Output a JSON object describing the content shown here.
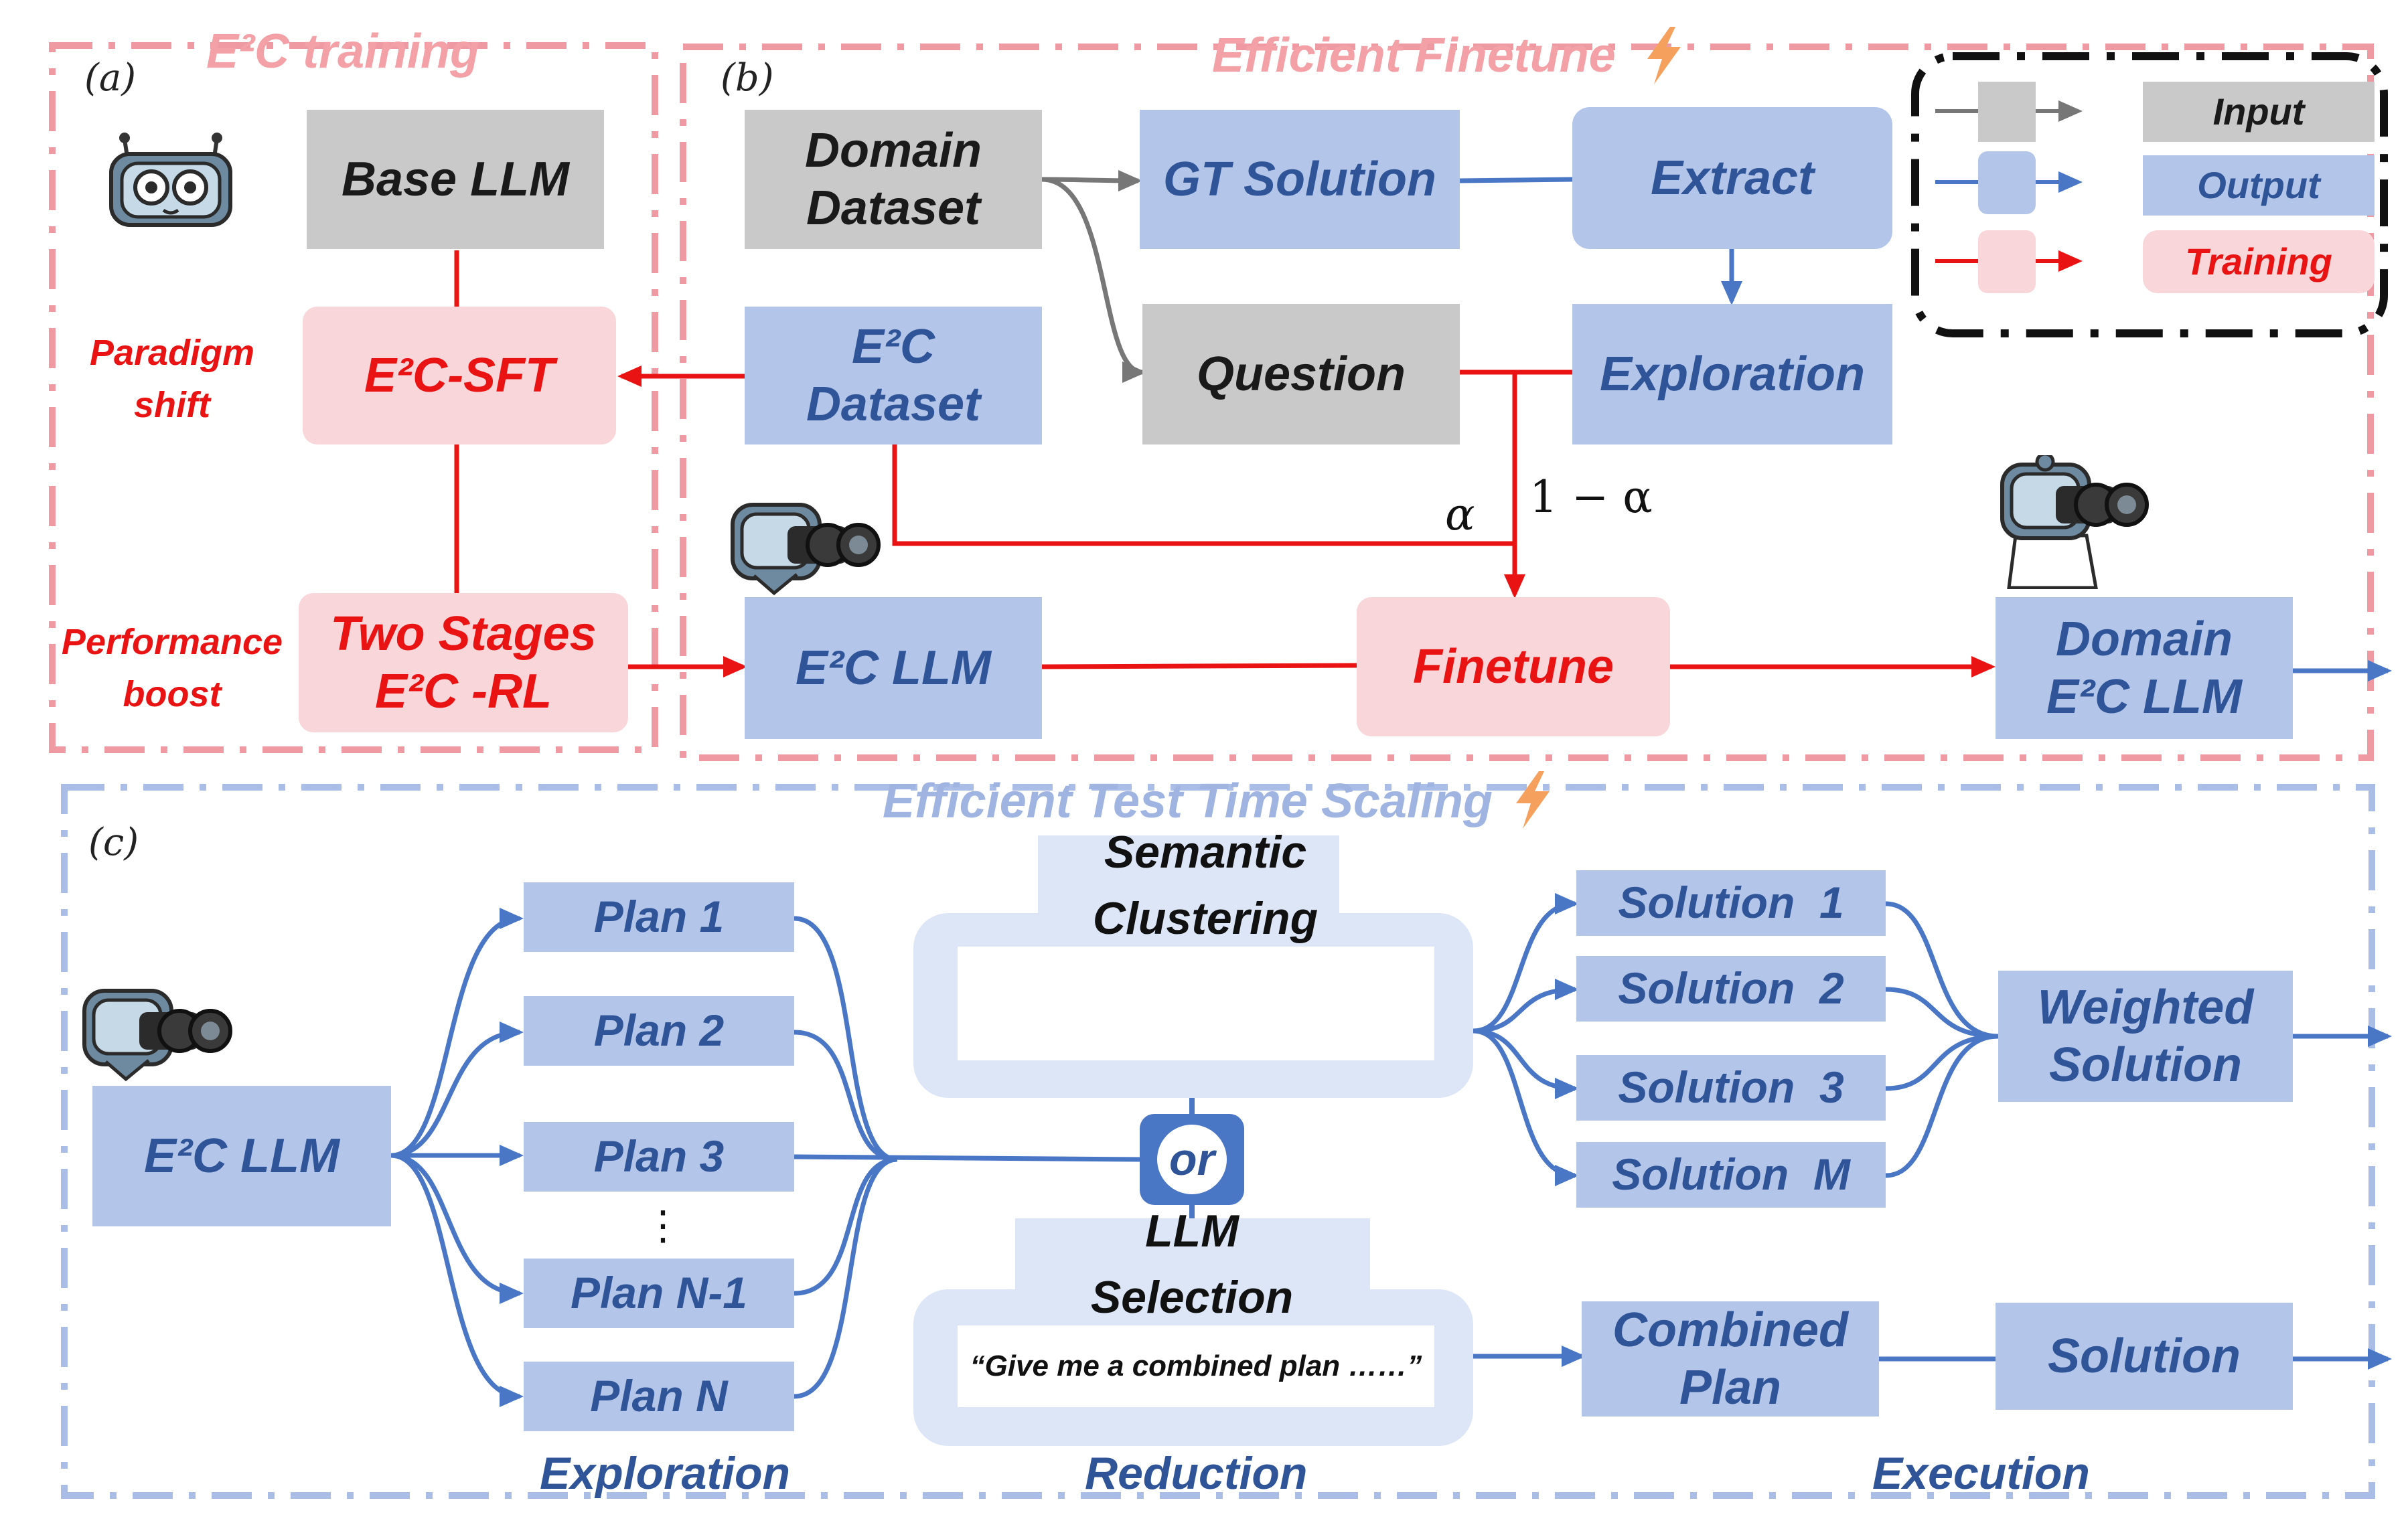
{
  "panels": {
    "a": {
      "id": "(a)",
      "title": "E²C training"
    },
    "b": {
      "id": "(b)",
      "title": "Efficient Finetune"
    },
    "c": {
      "id": "(c)",
      "title": "Efficient Test Time Scaling"
    }
  },
  "panel_a": {
    "base_llm": "Base LLM",
    "sft": "E²C-SFT",
    "rl_line1": "Two Stages",
    "rl_line2": "E²C -RL",
    "paradigm_line1": "Paradigm",
    "paradigm_line2": "shift",
    "performance_line1": "Performance",
    "performance_line2": "boost"
  },
  "panel_b": {
    "domain_dataset_line1": "Domain",
    "domain_dataset_line2": "Dataset",
    "gt_solution": "GT Solution",
    "extract": "Extract",
    "e2c_dataset_line1": "E²C",
    "e2c_dataset_line2": "Dataset",
    "question": "Question",
    "exploration": "Exploration",
    "e2c_llm": "E²C LLM",
    "finetune": "Finetune",
    "domain_llm_line1": "Domain",
    "domain_llm_line2": "E²C LLM",
    "alpha": "α",
    "one_minus_alpha": "1 − α"
  },
  "legend": {
    "input": "Input",
    "output": "Output",
    "training": "Training"
  },
  "panel_c": {
    "e2c_llm": "E²C LLM",
    "plans": [
      "Plan 1",
      "Plan 2",
      "Plan 3",
      "⋮",
      "Plan N-1",
      "Plan N"
    ],
    "semantic_line1": "Semantic",
    "semantic_line2": "Clustering",
    "or": "or",
    "llm_sel_line1": "LLM",
    "llm_sel_line2": "Selection",
    "quote": "“Give me a combined plan ……”",
    "solutions": [
      "Solution  1",
      "Solution  2",
      "Solution  3",
      "Solution  M"
    ],
    "weighted_line1": "Weighted",
    "weighted_line2": "Solution",
    "combined_line1": "Combined",
    "combined_line2": "Plan",
    "solution": "Solution",
    "stage_exploration": "Exploration",
    "stage_reduction": "Reduction",
    "stage_execution": "Execution"
  },
  "colors": {
    "red": "#ea1313",
    "blue": "#4a76c6",
    "gray_arrow": "#777777",
    "pink_border": "#ef9aa3",
    "blue_border": "#a9bde6"
  }
}
